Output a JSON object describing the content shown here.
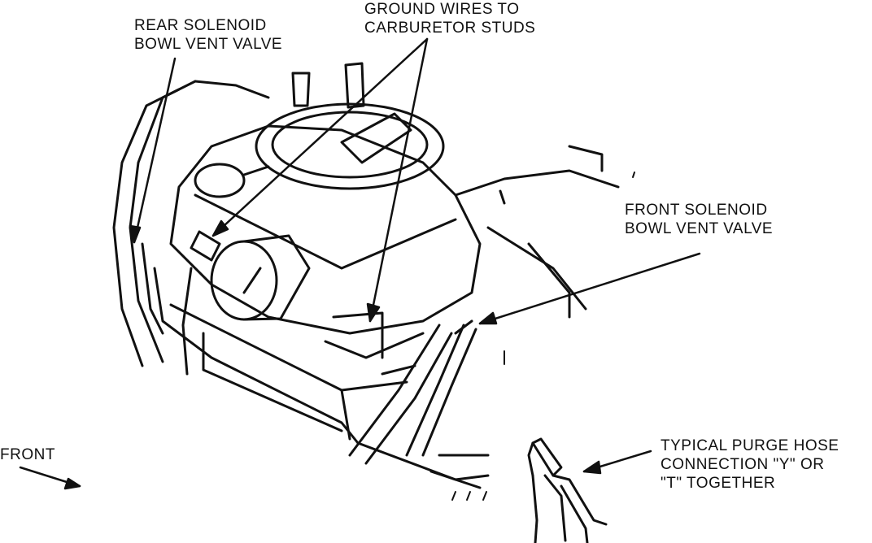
{
  "labels": {
    "rear_valve": [
      "REAR SOLENOID",
      "BOWL VENT VALVE"
    ],
    "ground_wires": [
      "GROUND WIRES TO",
      "CARBURETOR STUDS"
    ],
    "front_valve": [
      "FRONT SOLENOID",
      "BOWL VENT VALVE"
    ],
    "front": "FRONT",
    "purge_hose": [
      "TYPICAL PURGE HOSE",
      "CONNECTION \"Y\" OR",
      "\"T\" TOGETHER"
    ]
  },
  "colors": {
    "ink": "#111111",
    "paper": "#ffffff"
  }
}
